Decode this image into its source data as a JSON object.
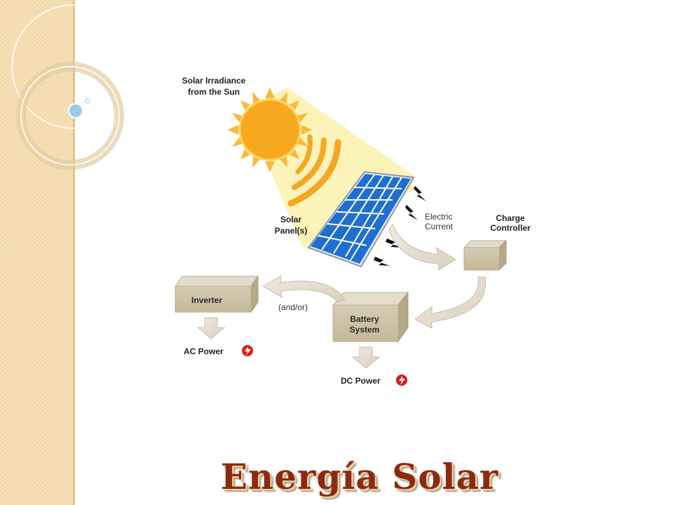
{
  "title": "Energía Solar",
  "diagram": {
    "sun_label": [
      "Solar Irradiance",
      "from the Sun"
    ],
    "panel_label": [
      "Solar",
      "Panel(s)"
    ],
    "current_label": [
      "Electric",
      "Current"
    ],
    "controller_label": [
      "Charge",
      "Controller"
    ],
    "inverter_label": "Inverter",
    "andor_label": "(and/or)",
    "battery_label": [
      "Battery",
      "System"
    ],
    "ac_label": "AC Power",
    "dc_label": "DC Power"
  },
  "colors": {
    "title": "#8b2a12",
    "sun": "#f7a81e",
    "panel": "#1f6fd1",
    "box_front": "#cfc4ab",
    "band": "#f6e2b8"
  },
  "icons": [
    "sun-icon",
    "solar-panel-icon",
    "lightning-icon",
    "power-plug-icon",
    "arrow-icon"
  ]
}
